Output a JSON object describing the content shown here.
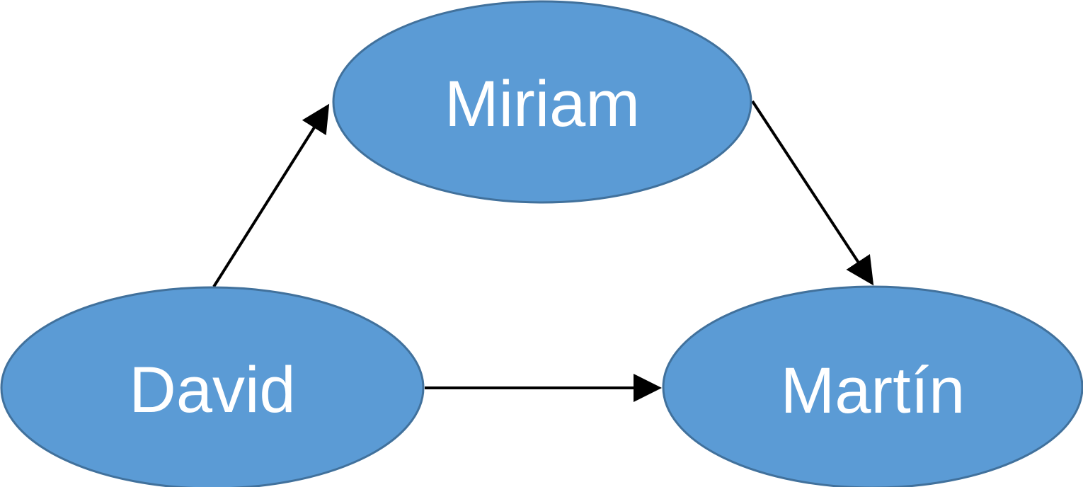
{
  "diagram": {
    "nodes": [
      {
        "id": "miriam",
        "label": "Miriam"
      },
      {
        "id": "david",
        "label": "David"
      },
      {
        "id": "martin",
        "label": "Martín"
      }
    ],
    "edges": [
      {
        "from": "david",
        "to": "miriam"
      },
      {
        "from": "miriam",
        "to": "martin"
      },
      {
        "from": "david",
        "to": "martin"
      }
    ],
    "colors": {
      "node_fill": "#5b9bd5",
      "node_stroke": "#41719c",
      "label": "#ffffff",
      "arrow": "#000000"
    }
  }
}
